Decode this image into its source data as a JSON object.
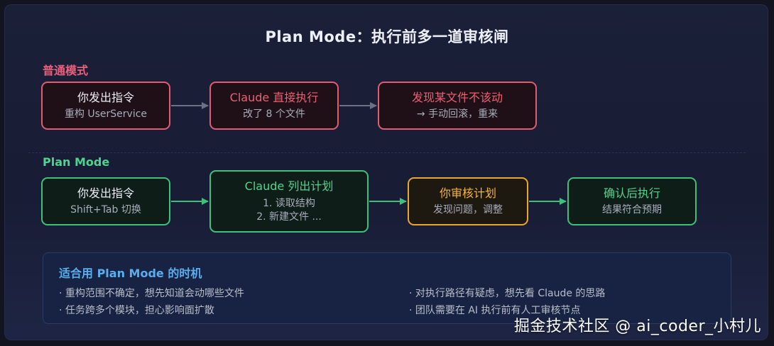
{
  "title": "Plan Mode：执行前多一道审核闸",
  "normal": {
    "label": "普通模式",
    "steps": [
      {
        "main": "你发出指令",
        "sub": "重构 UserService"
      },
      {
        "main": "Claude 直接执行",
        "sub": "改了 8 个文件"
      },
      {
        "main": "发现某文件不该动",
        "sub": "→ 手动回滚，重来"
      }
    ]
  },
  "plan": {
    "label": "Plan Mode",
    "steps": [
      {
        "main": "你发出指令",
        "sub": "Shift+Tab 切换"
      },
      {
        "main": "Claude 列出计划",
        "sub1": "1. 读取结构",
        "sub2": "2. 新建文件 ..."
      },
      {
        "main": "你审核计划",
        "sub": "发现问题，调整"
      },
      {
        "main": "确认后执行",
        "sub": "结果符合预期"
      }
    ]
  },
  "tips": {
    "title": "适合用 Plan Mode 的时机",
    "items": [
      "· 重构范围不确定，想先知道会动哪些文件",
      "· 任务跨多个模块，担心影响面扩散",
      "· 对执行路径有疑虑，想先看 Claude 的思路",
      "· 团队需要在 AI 执行前有人工审核节点"
    ]
  },
  "watermark": "掘金技术社区 @ ai_coder_小村儿",
  "colors": {
    "normal": "#e35a73",
    "plan": "#3fbf7c",
    "review": "#eba62d",
    "tips_title": "#5aaef0"
  }
}
